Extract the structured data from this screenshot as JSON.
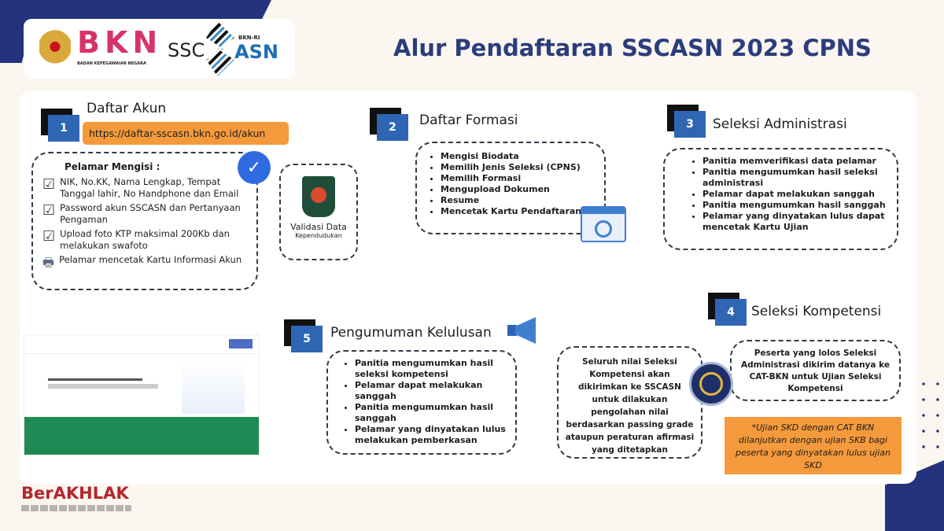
{
  "header": {
    "title": "Alur Pendaftaran SSCASN 2023 CPNS",
    "logo_bkn": "BKN",
    "logo_bkn_sub": "BADAN KEPEGAWAIAN NEGARA",
    "logo_sscasn_left": "SSC",
    "logo_sscasn_right": "ASN",
    "logo_sscasn_tag": "BKN-RI"
  },
  "colors": {
    "navy": "#25337d",
    "step_blue": "#2f66b3",
    "orange": "#f59a3c",
    "title": "#2a3d7c",
    "berakhlak_red": "#b5262c"
  },
  "steps": {
    "s1": {
      "number": "1",
      "title": "Daftar Akun",
      "url": "https://daftar-sscasn.bkn.go.id/akun",
      "box_heading": "Pelamar Mengisi :",
      "items": [
        "NIK, No.KK, Nama Lengkap, Tempat Tanggal lahir, No Handphone dan Email",
        "Password akun SSCASN  dan Pertanyaan Pengaman",
        "Upload foto KTP maksimal 200Kb dan melakukan swafoto"
      ],
      "print_item": "Pelamar mencetak Kartu Informasi Akun",
      "validation_line1": "Validasi Data",
      "validation_line2": "Kependudukan"
    },
    "s2": {
      "number": "2",
      "title": "Daftar Formasi",
      "items": [
        "Mengisi Biodata",
        "Memilih Jenis Seleksi (CPNS)",
        "Memilih Formasi",
        "Mengupload Dokumen",
        "Resume",
        "Mencetak Kartu Pendaftaran"
      ]
    },
    "s3": {
      "number": "3",
      "title": "Seleksi Administrasi",
      "items": [
        "Panitia memverifikasi data pelamar",
        "Panitia mengumumkan hasil seleksi administrasi",
        "Pelamar dapat melakukan sanggah",
        "Panitia mengumumkan hasil sanggah",
        "Pelamar yang dinyatakan lulus dapat mencetak Kartu Ujian"
      ]
    },
    "s4": {
      "number": "4",
      "title": "Seleksi Kompetensi",
      "right_text": "Peserta yang lolos Seleksi Administrasi dikirim datanya ke CAT-BKN untuk Ujian Seleksi Kompetensi",
      "left_text": "Seluruh nilai Seleksi Kompetensi akan dikirimkan ke SSCASN untuk dilakukan pengolahan nilai berdasarkan passing grade ataupun peraturan afirmasi yang ditetapkan",
      "note": "*Ujian SKD dengan CAT BKN dilanjutkan dengan ujian SKB bagi peserta yang dinyatakan lulus ujian SKD"
    },
    "s5": {
      "number": "5",
      "title": "Pengumuman Kelulusan",
      "items": [
        "Panitia mengumumkan hasil seleksi kompetensi",
        "Pelamar dapat melakukan sanggah",
        "Panitia mengumumkan hasil sanggah",
        "Pelamar yang dinyatakan lulus melakukan pemberkasan"
      ]
    }
  },
  "footer": {
    "brand": "BerAKHLAK"
  }
}
